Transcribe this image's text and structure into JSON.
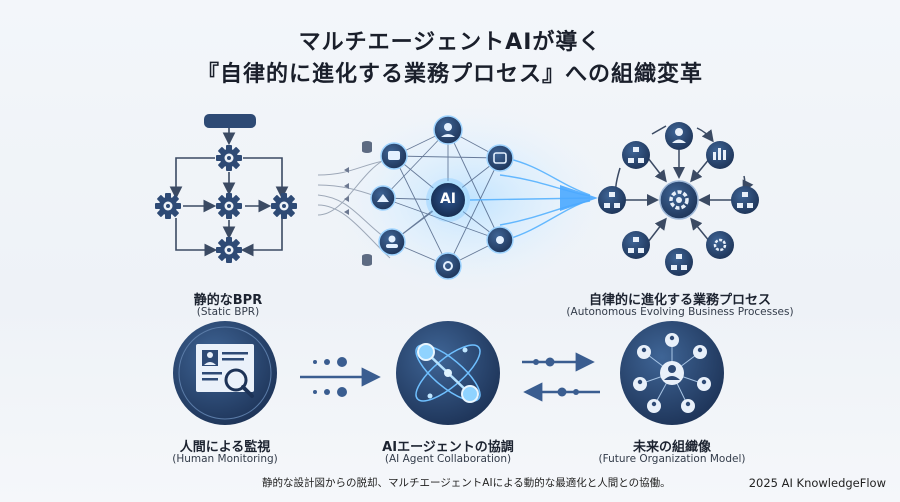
{
  "title": {
    "line1": "マルチエージェントAIが導く",
    "line2": "『自律的に進化する業務プロセス』への組織変革"
  },
  "static_bpr": {
    "label": "静的なBPR",
    "sub": "(Static BPR)"
  },
  "evolving": {
    "label": "自律的に進化する業務プロセス",
    "sub": "(Autonomous Evolving Business Processes)"
  },
  "center_node": {
    "label": "AI"
  },
  "human_monitoring": {
    "label": "人間による監視",
    "sub": "(Human Monitoring)"
  },
  "agent_collab": {
    "label": "AIエージェントの協調",
    "sub": "(AI Agent Collaboration)"
  },
  "future_org": {
    "label": "未来の組織像",
    "sub": "(Future Organization Model)"
  },
  "footer": {
    "caption": "静的な設計図からの脱却、マルチエージェントAIによる動的な最適化と人間との協働。"
  },
  "brand": {
    "text": "2025 AI KnowledgeFlow"
  },
  "colors": {
    "navy": "#2e4a75",
    "navy_dark": "#1f3558",
    "glow": "#5fb3ff",
    "line": "#4a5a73"
  }
}
